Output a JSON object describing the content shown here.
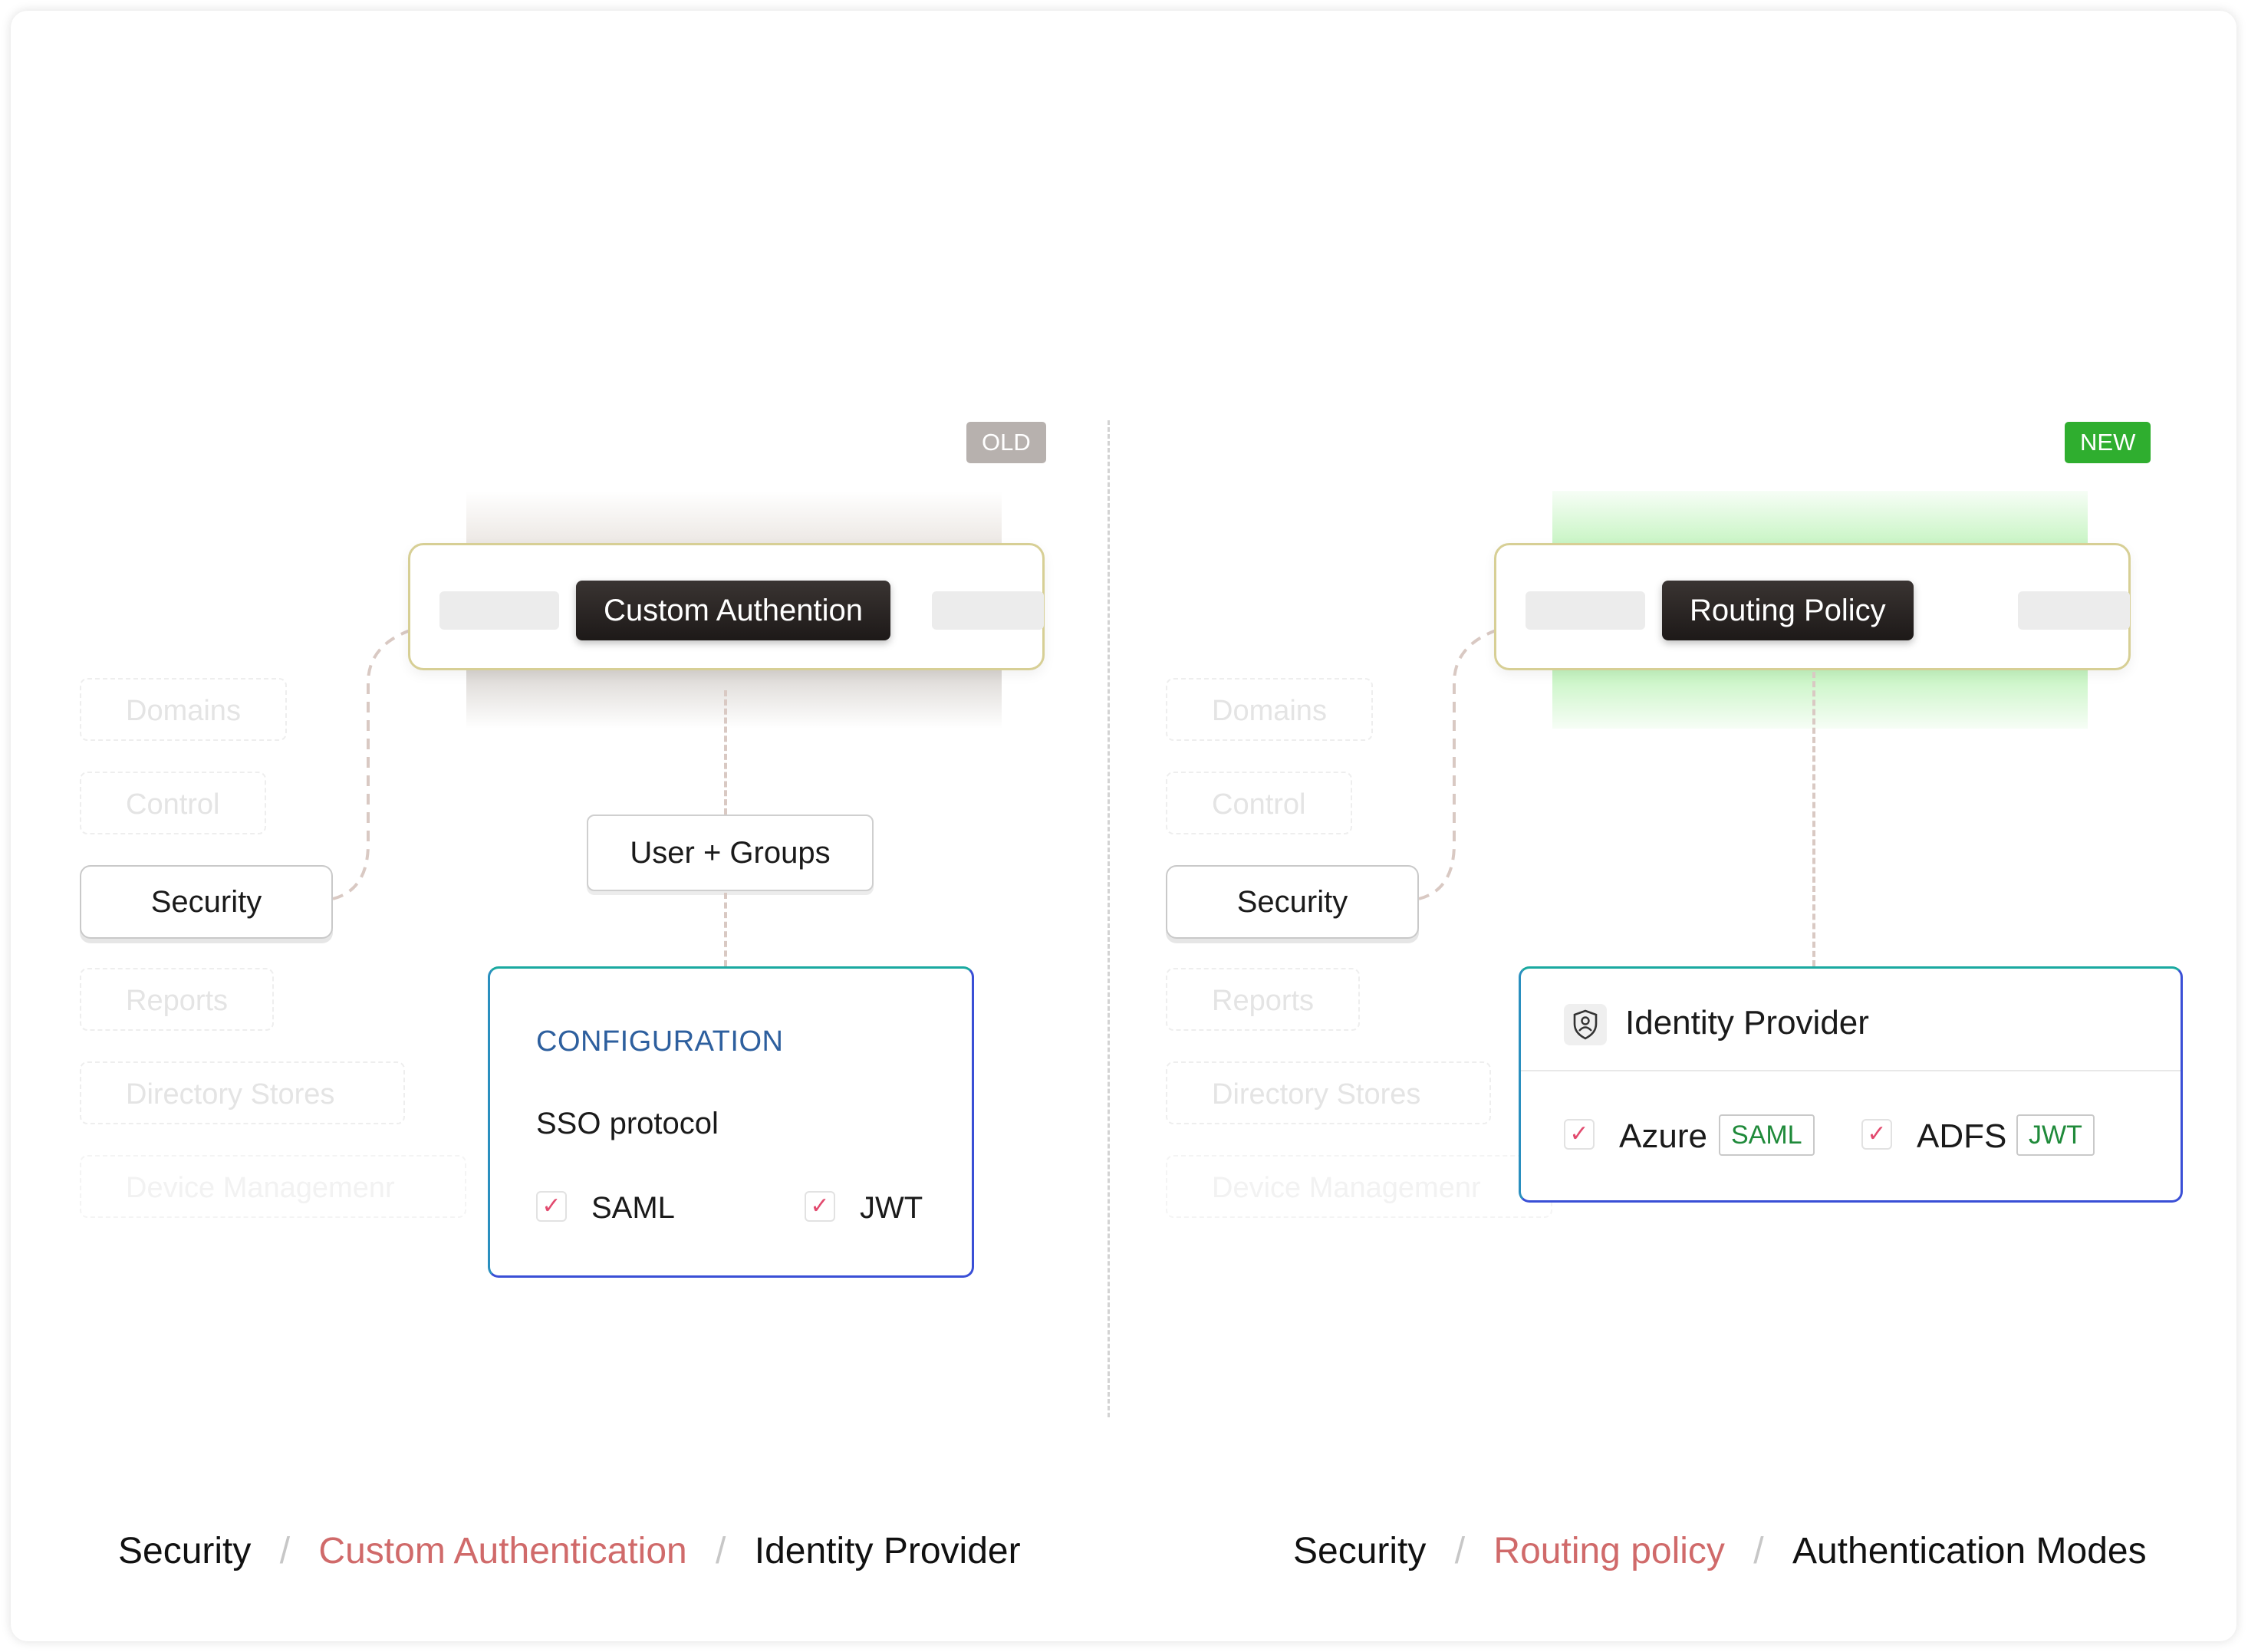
{
  "old_panel": {
    "tag": "OLD",
    "top_pill": "Custom Authention",
    "menu": [
      "Domains",
      "Control",
      "Security",
      "Reports",
      "Directory Stores",
      "Device Managemenr"
    ],
    "middle_node": "User + Groups",
    "config": {
      "title": "CONFIGURATION",
      "subtitle": "SSO protocol",
      "options": [
        "SAML",
        "JWT"
      ]
    },
    "breadcrumb": [
      "Security",
      "Custom Authentication",
      "Identity Provider"
    ]
  },
  "new_panel": {
    "tag": "NEW",
    "top_pill": "Routing Policy",
    "menu": [
      "Domains",
      "Control",
      "Security",
      "Reports",
      "Directory Stores",
      "Device Managemenr"
    ],
    "identity_provider": {
      "title": "Identity Provider",
      "options": [
        {
          "name": "Azure",
          "badge": "SAML"
        },
        {
          "name": "ADFS",
          "badge": "JWT"
        }
      ]
    },
    "breadcrumb": [
      "Security",
      "Routing policy",
      "Authentication Modes"
    ]
  },
  "separator": "/",
  "check_mark": "✓",
  "colors": {
    "old_tag": "#b7b1ae",
    "new_tag": "#2fae2f",
    "breadcrumb_highlight": "#d06a6a",
    "config_title": "#2d5f9e",
    "check": "#e24a6e",
    "badge_text": "#1f8a3a"
  },
  "icons": {
    "identity_provider": "shield-person-icon",
    "check": "check-icon"
  }
}
